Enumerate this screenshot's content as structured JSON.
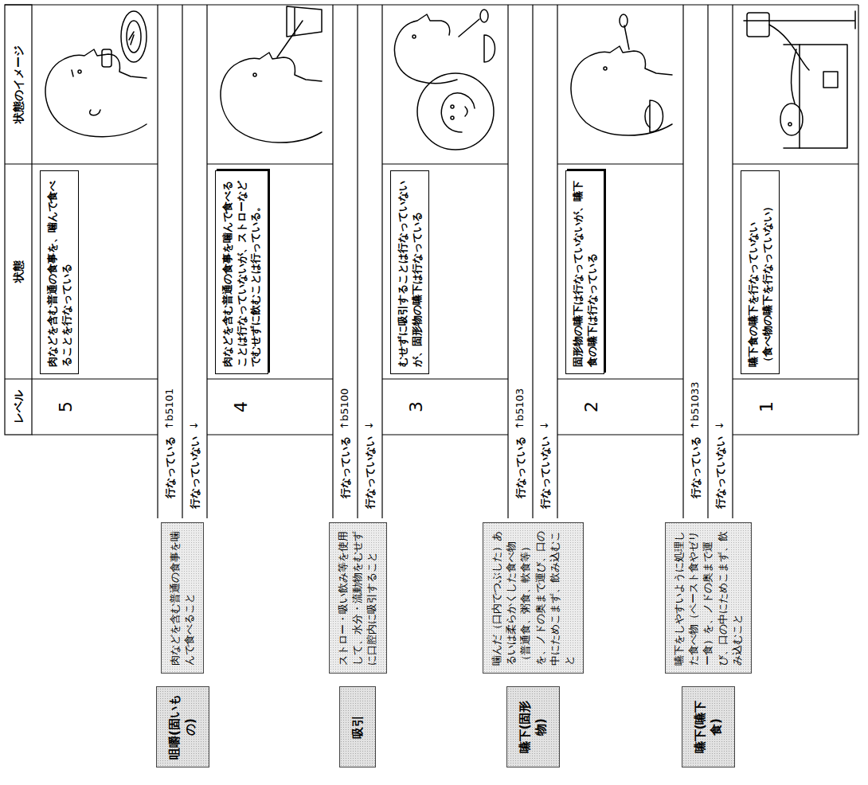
{
  "diagram": {
    "nodes": [
      {
        "text": [
          "肉などを含む普通の食事を、噛んで食べることを行なっている"
        ]
      },
      {
        "text": [
          "咀嚼(固いもの)"
        ]
      },
      {
        "text": [
          "肉などを含む普通の食事を噛んで食べること"
        ]
      },
      {
        "text": [
          "肉などを含む普通の食事を噛んで食べることは行なっていないが、ストローなどでむせずに飲むことは行っている。"
        ]
      },
      {
        "text": [
          "吸引"
        ]
      },
      {
        "text": [
          "ストロー・吸い飲み等を使用して、水分・流動物をむせずに口腔内に吸引すること"
        ]
      },
      {
        "text": [
          "むせずに吸引することは行なっていないが、固形物の嚥下は行なっている"
        ]
      },
      {
        "text": [
          "嚥下(固形物)"
        ]
      },
      {
        "text": [
          "噛んだ（口内でつぶした）あるいは柔らかくした食べ物（普通食、粥食、軟食等）を、ノドの奥まで運び、口の中にためこまず、飲み込むこと"
        ]
      },
      {
        "text": [
          "固形物の嚥下は行なっていないが、嚥下食の嚥下は行なっている"
        ]
      },
      {
        "text": [
          "嚥下(嚥下食)"
        ]
      },
      {
        "text": [
          "嚥下をしやすいように処理した食べ物（ペースト食やゼリー食）を、ノドの奥まで運び、口の中にためこまず、飲み込むこと"
        ]
      },
      {
        "text": [
          "嚥下食の嚥下を行なっていない",
          "（食べ物の嚥下を行なっていない）"
        ]
      }
    ],
    "labels": [
      "レベル",
      "状態",
      "状態のイメージ",
      "5",
      "行なっている",
      "↑b5101",
      "行なっていない",
      "↓",
      "4",
      "行なっている",
      "↑b5100",
      "行なっていない",
      "↓",
      "3",
      "行なっている",
      "↑b5103",
      "行なっていない",
      "↓",
      "2",
      "行なっている",
      "↑b51033",
      "行なっていない",
      "↓",
      "1"
    ]
  }
}
